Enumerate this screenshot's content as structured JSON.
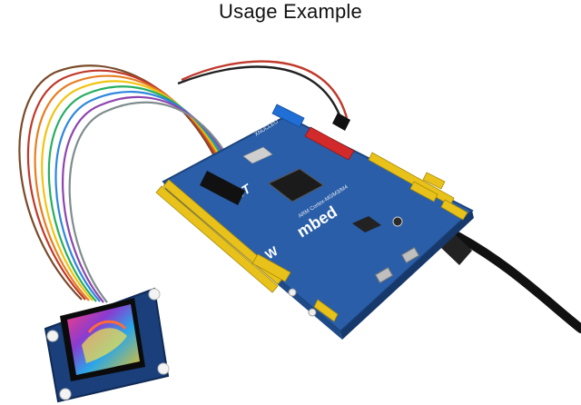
{
  "header": {
    "title": "Usage Example"
  },
  "board": {
    "brand_text": "mbed",
    "model_text": "ARM Cortex-M0/M3/M4",
    "sub_text": "XNUCLEO",
    "chip_logo": "ST",
    "maker_logo": "W"
  },
  "colors": {
    "board_blue": "#2a5ea8",
    "header_yellow": "#e8c21a",
    "header_red": "#d22a2a",
    "header_blue": "#1f6fd6",
    "chip_black": "#1b1b1b",
    "cable_black": "#111111"
  },
  "icons": [
    "st-logo",
    "waveshare-logo",
    "mbed-logo"
  ]
}
